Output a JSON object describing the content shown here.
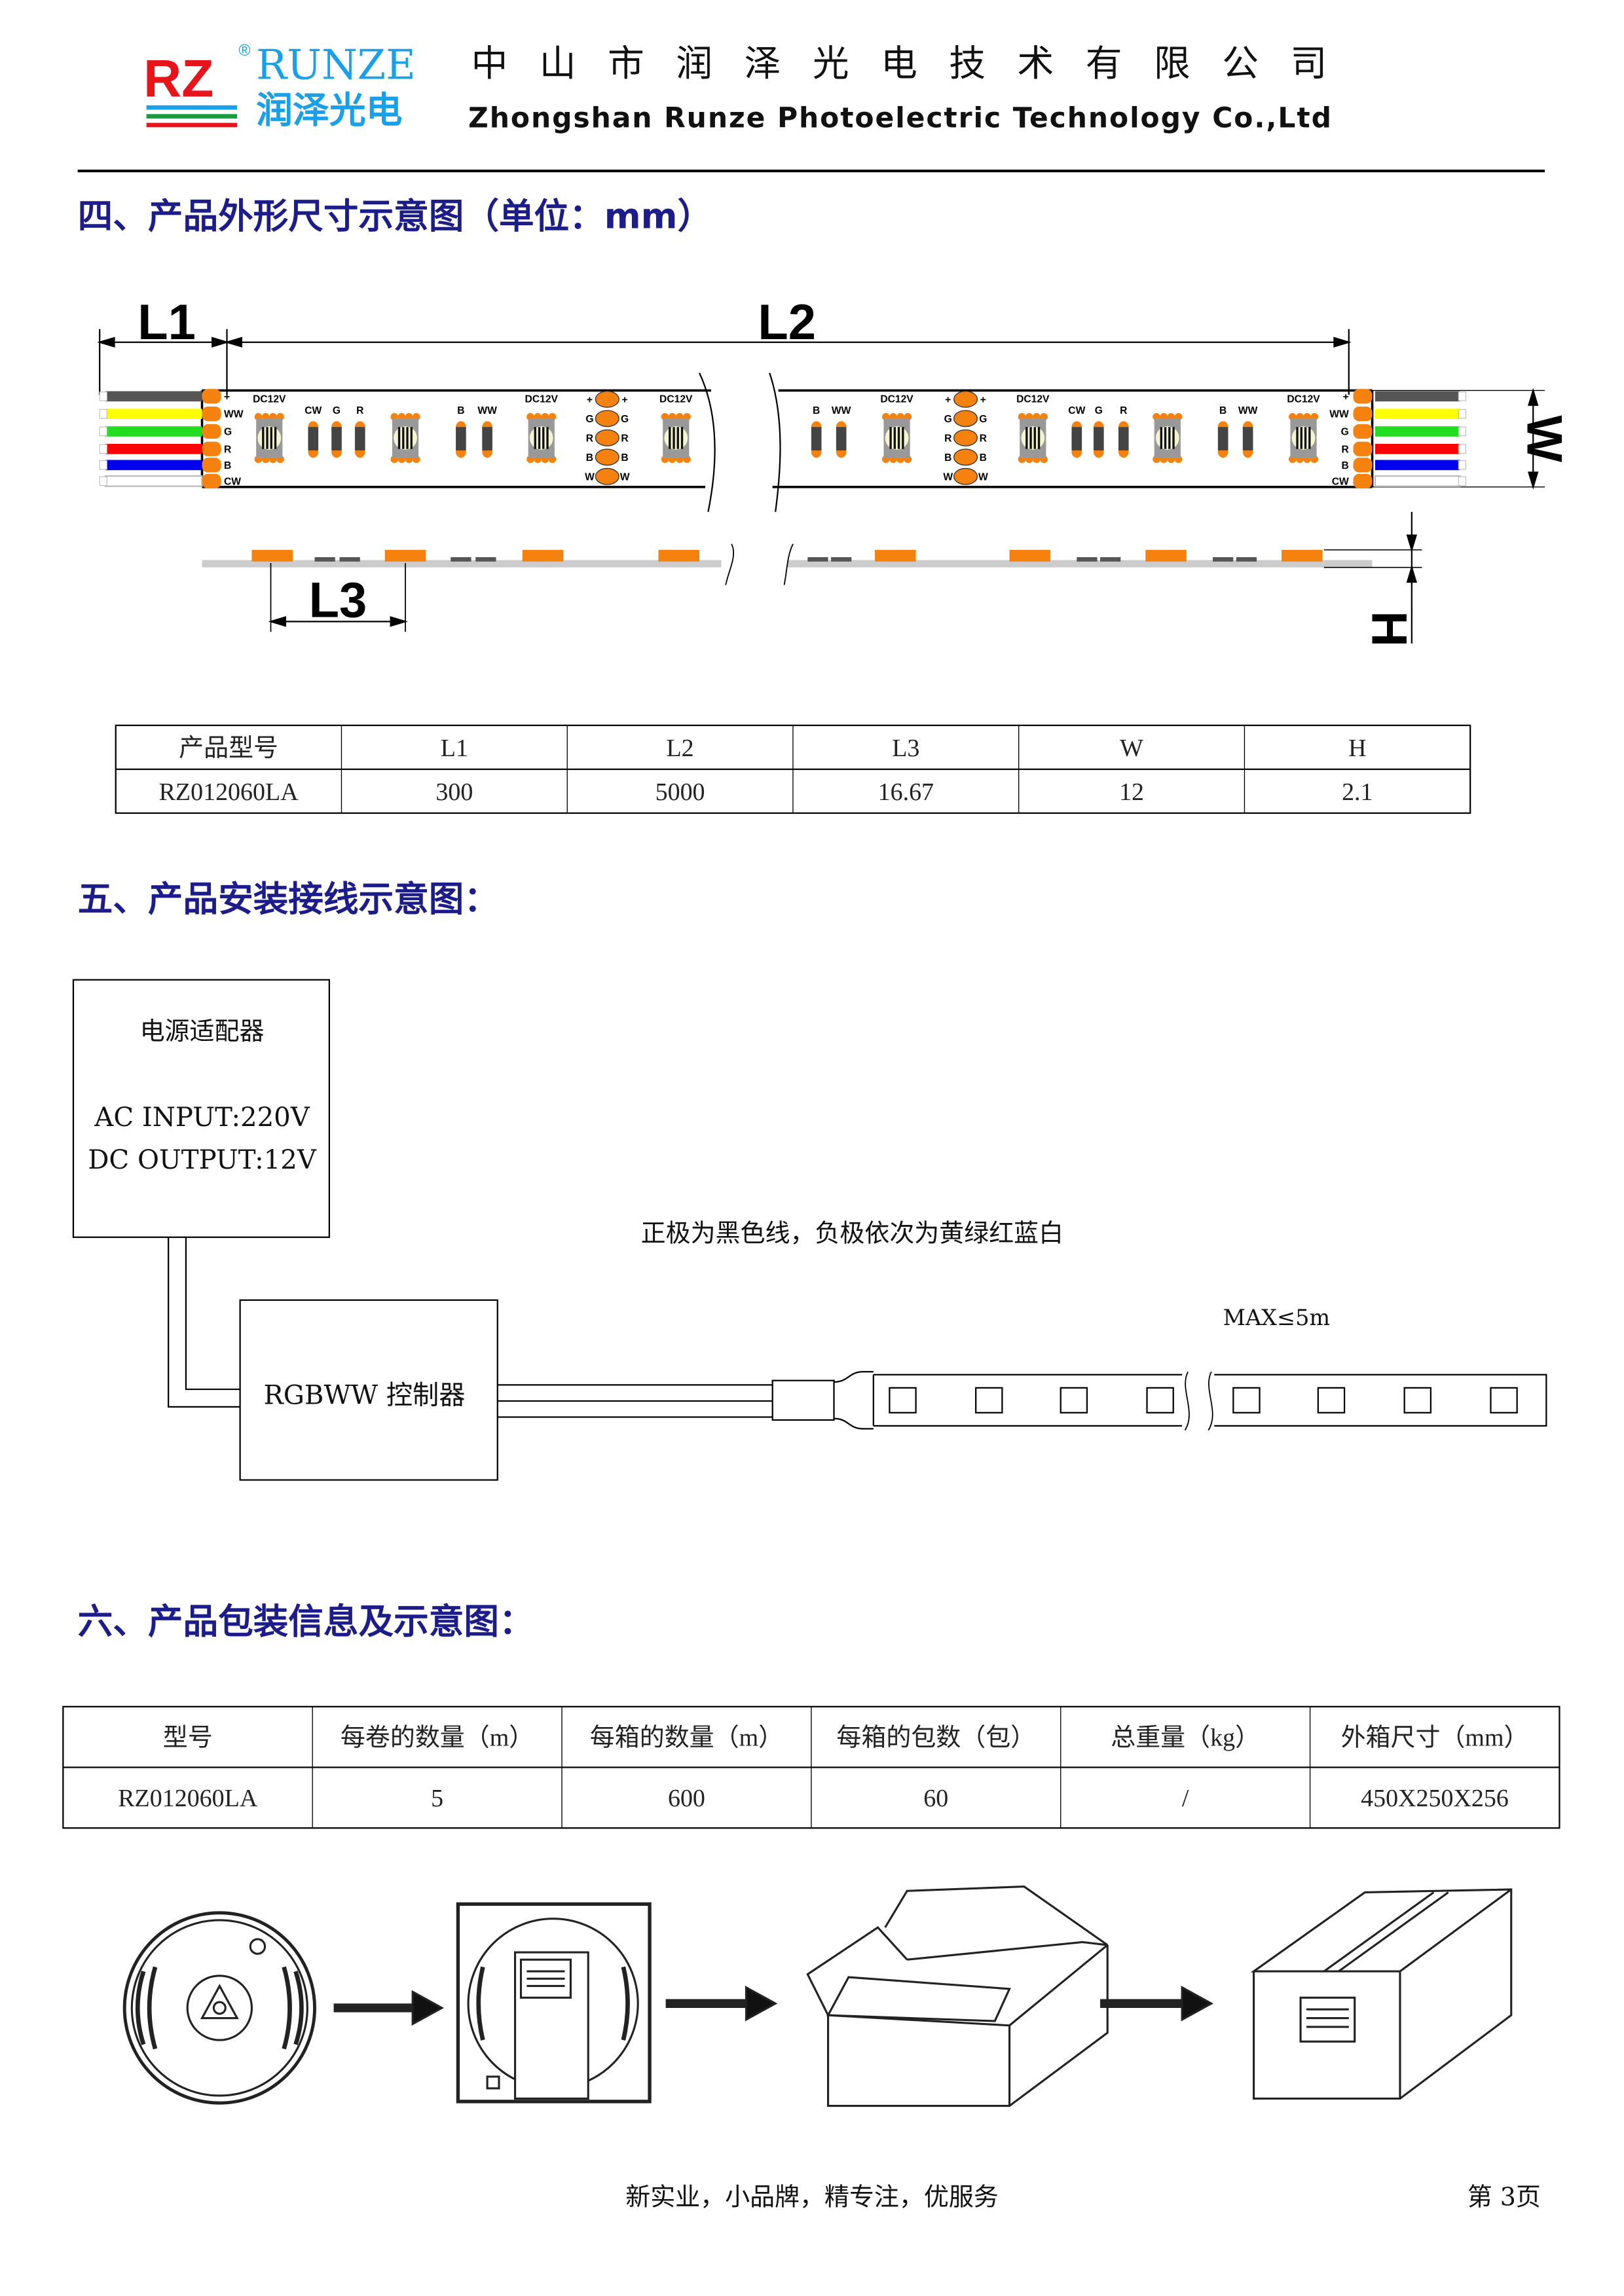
{
  "header": {
    "logo_mark": "RZ",
    "logo_en": "RUNZE",
    "logo_cn": "润泽光电",
    "logo_reg": "®",
    "company_cn": "中 山 市 润 泽 光 电 技 术 有 限 公 司",
    "company_en": "Zhongshan Runze Photoelectric Technology Co.,Ltd"
  },
  "section4": {
    "title": "四、产品外形尺寸示意图（单位：mm）",
    "dims": {
      "l1": "L1",
      "l2": "L2",
      "l3": "L3",
      "w": "W",
      "h": "H"
    },
    "strip_labels": {
      "dc": "DC12V",
      "plus": "+",
      "ww": "WW",
      "cw": "CW",
      "g": "G",
      "r": "R",
      "b": "B",
      "w": "W"
    },
    "wire_colors": [
      "#555555",
      "#ffff00",
      "#22dd22",
      "#ff0000",
      "#0000ee",
      "#ffffff"
    ],
    "table": {
      "headers": [
        "产品型号",
        "L1",
        "L2",
        "L3",
        "W",
        "H"
      ],
      "rows": [
        [
          "RZ012060LA",
          "300",
          "5000",
          "16.67",
          "12",
          "2.1"
        ]
      ]
    }
  },
  "section5": {
    "title": "五、产品安装接线示意图：",
    "power": {
      "title": "电源适配器",
      "input": "AC INPUT:220V",
      "output": "DC OUTPUT:12V"
    },
    "controller": "RGBWW 控制器",
    "note": "正极为黑色线，负极依次为黄绿红蓝白",
    "max_length": "MAX≤5m"
  },
  "section6": {
    "title": "六、产品包装信息及示意图：",
    "table": {
      "headers": [
        "型号",
        "每卷的数量（m）",
        "每箱的数量（m）",
        "每箱的包数（包）",
        "总重量（kg）",
        "外箱尺寸（mm）"
      ],
      "rows": [
        [
          "RZ012060LA",
          "5",
          "600",
          "60",
          "/",
          "450X250X256"
        ]
      ]
    }
  },
  "footer": {
    "slogan": "新实业，小品牌，精专注，优服务",
    "page": "第 3页"
  },
  "colors": {
    "heading": "#1c1c8a",
    "pad": "#f5820f",
    "logo_red": "#e8141b",
    "logo_green": "#1a9a3c",
    "logo_blue": "#1aa0e8"
  }
}
